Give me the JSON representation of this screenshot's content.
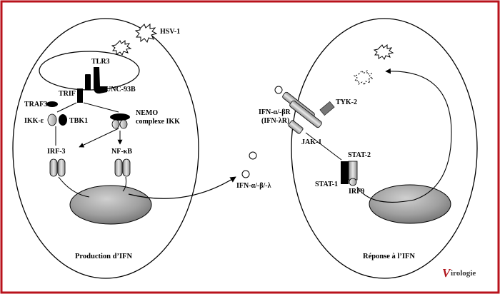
{
  "colors": {
    "frame": "#b8121b",
    "outline": "#000000",
    "nucleus_fill": "#a8a8a8",
    "receptor_gray": "#d4d4d4",
    "tyk2_gray": "#777777",
    "logo_red": "#b0141b"
  },
  "left_cell": {
    "virus_label": "HSV-1",
    "tlr3": "TLR3",
    "unc93b": "UNC-93B",
    "trif": "TRIF",
    "traf3": "TRAF3",
    "ikke": "IKK-ε",
    "tbk1": "TBK1",
    "nemo": "NEMO",
    "ikk_complex": "complexe IKK",
    "irf3": "IRF-3",
    "nfkb": "NF-κB",
    "caption": "Production d’IFN"
  },
  "middle": {
    "ifn_label": "IFN-α/-β/-λ"
  },
  "right_cell": {
    "receptor_line1": "IFN-α/-βR",
    "receptor_line2": "(IFN-λR)",
    "tyk2": "TYK-2",
    "jak1": "JAK-1",
    "stat2": "STAT-2",
    "stat1": "STAT-1",
    "irf9": "IRF9",
    "caption": "Réponse à l’IFN"
  },
  "logo": {
    "first_letter": "V",
    "rest": "irologie"
  }
}
